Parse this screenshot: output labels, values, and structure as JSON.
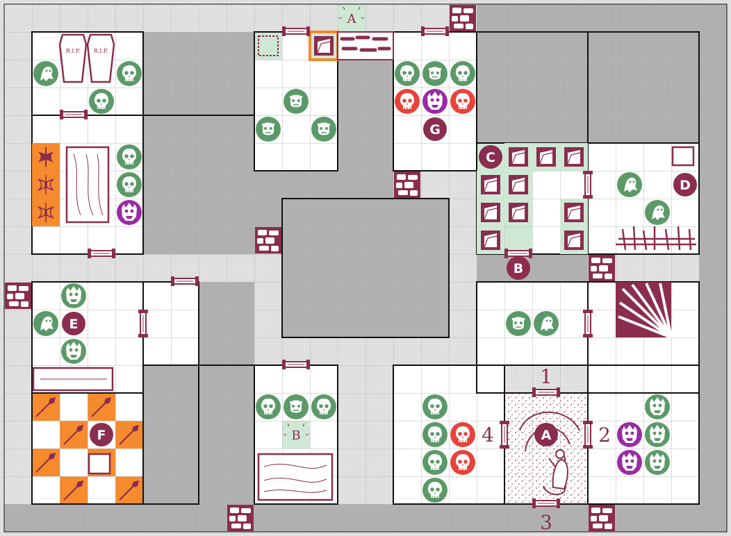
{
  "map": {
    "title": "",
    "colors": {
      "corridor": "#e3e3e3",
      "rock": "#b0b0b0",
      "room": "#ffffff",
      "trap": "#f58a2e",
      "wall": "#111111",
      "maroon": "#8a2d4e",
      "green": "#5b9a68",
      "red": "#e8433b",
      "purple": "#9a2aa6",
      "pale": "#cfe8d6",
      "grid_line": "#b8b8b8"
    }
  },
  "room_labels": {
    "A": "A",
    "B": "B",
    "C": "C",
    "D": "D",
    "E": "E",
    "F": "F",
    "G": "G"
  },
  "square_labels": {
    "A": "A",
    "B": "B"
  },
  "entry_numbers": {
    "n1": "1",
    "n2": "2",
    "n3": "3",
    "n4": "4"
  },
  "coffins": {
    "text": "R.I.P."
  },
  "tokens": [
    {
      "type": "ghost",
      "team": "green"
    },
    {
      "type": "skull",
      "team": "green"
    },
    {
      "type": "zombie",
      "team": "green"
    },
    {
      "type": "wild",
      "team": "green"
    },
    {
      "type": "skull",
      "team": "red"
    },
    {
      "type": "wild",
      "team": "purple"
    }
  ]
}
